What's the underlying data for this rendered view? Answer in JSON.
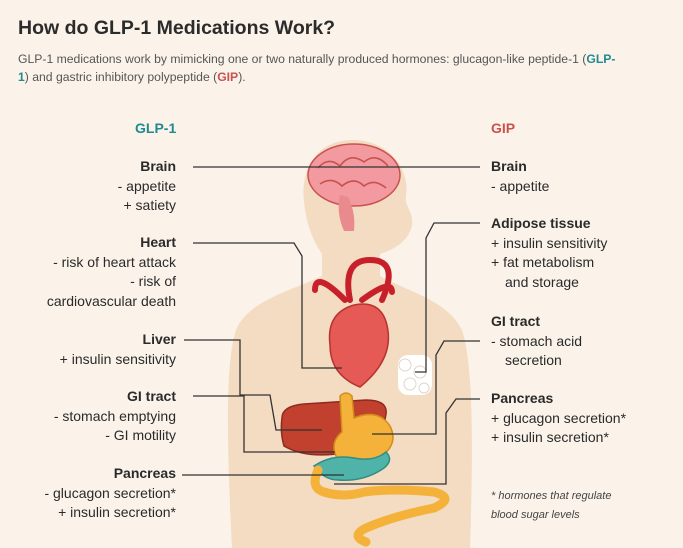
{
  "title": "How do GLP-1 Medications Work?",
  "subtitle": {
    "part1": "GLP-1 medications work by mimicking one or two naturally produced hormones: glucagon-like peptide-1 (",
    "glp_abbr": "GLP-1",
    "part2": ") and gastric inhibitory polypeptide (",
    "gip_abbr": "GIP",
    "part3": ")."
  },
  "glp1": {
    "heading": "GLP-1",
    "color": "#1f8a8f",
    "items": [
      {
        "organ": "Brain",
        "effects": [
          "- appetite",
          "+ satiety"
        ]
      },
      {
        "organ": "Heart",
        "effects": [
          "- risk of heart attack",
          "- risk of",
          "cardiovascular death"
        ]
      },
      {
        "organ": "Liver",
        "effects": [
          "+ insulin sensitivity"
        ]
      },
      {
        "organ": "GI tract",
        "effects": [
          "- stomach emptying",
          "- GI motility"
        ]
      },
      {
        "organ": "Pancreas",
        "effects": [
          "- glucagon secretion*",
          "+ insulin secretion*"
        ]
      }
    ]
  },
  "gip": {
    "heading": "GIP",
    "color": "#c9524f",
    "items": [
      {
        "organ": "Brain",
        "effects": [
          "- appetite"
        ]
      },
      {
        "organ": "Adipose tissue",
        "effects": [
          "+ insulin sensitivity",
          "+ fat metabolism",
          "and storage"
        ]
      },
      {
        "organ": "GI tract",
        "effects": [
          "- stomach acid",
          "secretion"
        ]
      },
      {
        "organ": "Pancreas",
        "effects": [
          "+ glucagon secretion*",
          "+ insulin secretion*"
        ]
      }
    ]
  },
  "footnote": {
    "line1": "* hormones that regulate",
    "line2": "blood sugar levels"
  },
  "icons": [
    "human-body-silhouette",
    "brain-icon",
    "heart-icon",
    "liver-icon",
    "stomach-icon",
    "pancreas-icon",
    "intestine-icon",
    "adipose-tissue-icon"
  ]
}
